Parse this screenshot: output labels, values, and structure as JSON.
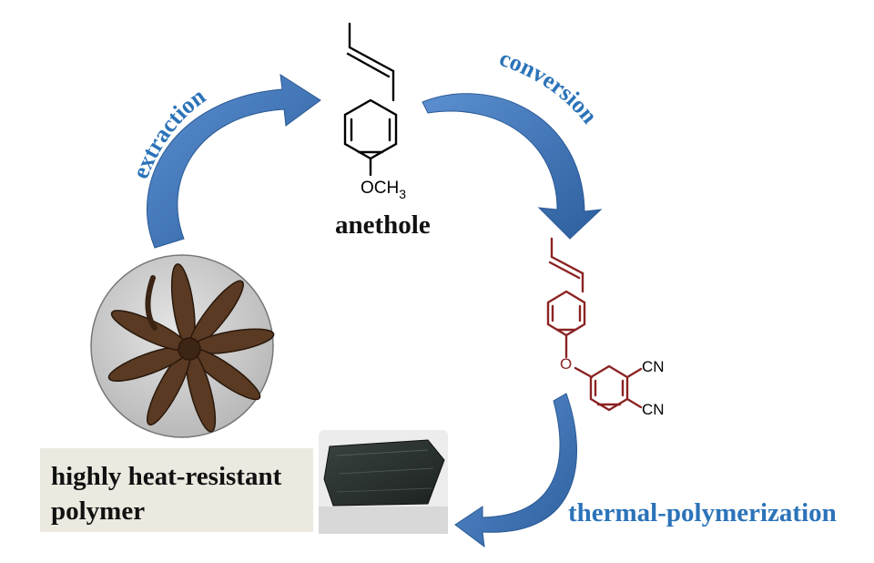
{
  "labels": {
    "extraction": "extraction",
    "conversion": "conversion",
    "thermal": "thermal-polymerization",
    "anethole": "anethole",
    "polymer_line1": "highly heat-resistant",
    "polymer_line2": "polymer"
  },
  "chem": {
    "methoxy_o": "OCH",
    "methoxy_sub": "3",
    "nitrile_top": "CN",
    "nitrile_bottom": "CN"
  },
  "colors": {
    "arrow_blue": "#3a6fae",
    "label_blue": "#2b73b9",
    "molecule_red": "#8b2323",
    "caption_bg": "#ebe9e0"
  },
  "icons": {
    "star_anise": "star-anise-photo",
    "polymer": "polymer-sample-photo"
  }
}
